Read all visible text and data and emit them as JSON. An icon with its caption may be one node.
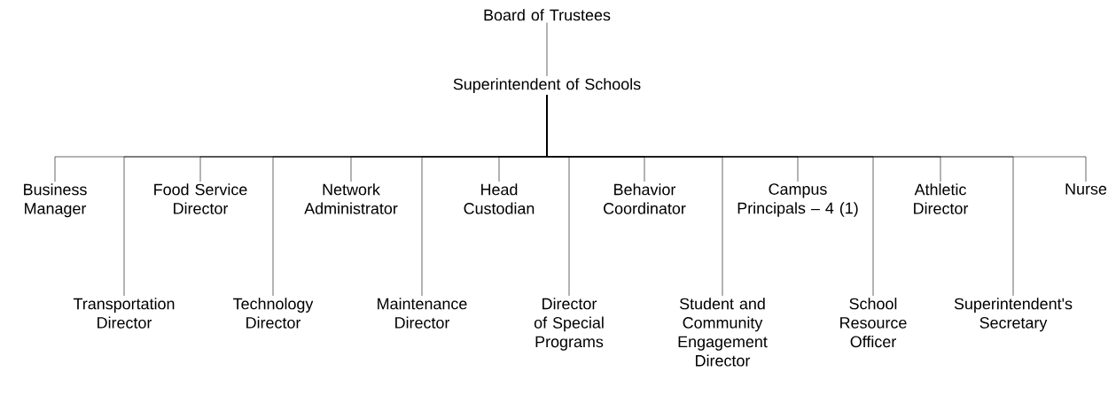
{
  "diagram": {
    "nodes": [
      {
        "text": [
          "Board of Trustees"
        ]
      },
      {
        "text": [
          "Superintendent of Schools"
        ]
      },
      {
        "text": [
          "Business Manager"
        ]
      },
      {
        "text": [
          "Transportation Director"
        ]
      },
      {
        "text": [
          "Food Service Director"
        ]
      },
      {
        "text": [
          "Technology Director"
        ]
      },
      {
        "text": [
          "Network Administrator"
        ]
      },
      {
        "text": [
          "Maintenance Director"
        ]
      },
      {
        "text": [
          "Head Custodian"
        ]
      },
      {
        "text": [
          "Director of Special Programs"
        ]
      },
      {
        "text": [
          "Behavior Coordinator"
        ]
      },
      {
        "text": [
          "Student and Community Engagement Director"
        ]
      },
      {
        "text": [
          "Campus Principals – 4 (1)"
        ]
      },
      {
        "text": [
          "School Resource Officer"
        ]
      },
      {
        "text": [
          "Athletic Director"
        ]
      },
      {
        "text": [
          "Superintendent's Secretary"
        ]
      },
      {
        "text": [
          "Nurse"
        ]
      }
    ],
    "edges": [
      {
        "from": 0,
        "to": 1,
        "arrow": "none"
      },
      {
        "from": 1,
        "to": 2,
        "arrow": "none"
      },
      {
        "from": 1,
        "to": 3,
        "arrow": "none"
      },
      {
        "from": 1,
        "to": 4,
        "arrow": "none"
      },
      {
        "from": 1,
        "to": 5,
        "arrow": "none"
      },
      {
        "from": 1,
        "to": 6,
        "arrow": "none"
      },
      {
        "from": 1,
        "to": 7,
        "arrow": "none"
      },
      {
        "from": 1,
        "to": 8,
        "arrow": "none"
      },
      {
        "from": 1,
        "to": 9,
        "arrow": "none"
      },
      {
        "from": 1,
        "to": 10,
        "arrow": "none"
      },
      {
        "from": 1,
        "to": 11,
        "arrow": "none"
      },
      {
        "from": 1,
        "to": 12,
        "arrow": "none"
      },
      {
        "from": 1,
        "to": 13,
        "arrow": "none"
      },
      {
        "from": 1,
        "to": 14,
        "arrow": "none"
      },
      {
        "from": 1,
        "to": 15,
        "arrow": "none"
      },
      {
        "from": 1,
        "to": 16,
        "arrow": "none"
      }
    ]
  }
}
